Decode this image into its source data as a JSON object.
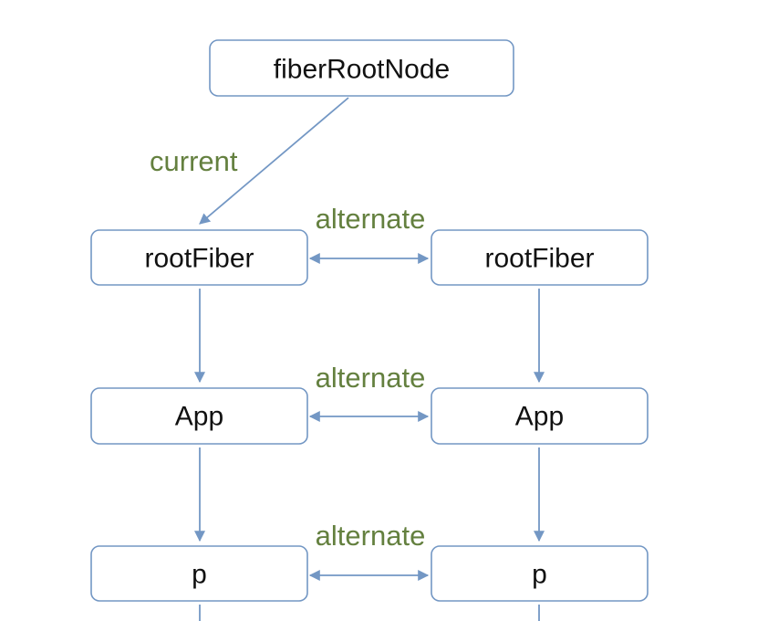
{
  "diagram": {
    "root": {
      "label": "fiberRootNode"
    },
    "edge_labels": {
      "current": "current",
      "alternate_1": "alternate",
      "alternate_2": "alternate",
      "alternate_3": "alternate"
    },
    "left_column": {
      "rootFiber": "rootFiber",
      "app": "App",
      "p": "p"
    },
    "right_column": {
      "rootFiber": "rootFiber",
      "app": "App",
      "p": "p"
    },
    "colors": {
      "node_border": "#7397c4",
      "edge": "#7397c4",
      "edge_label": "#64803f",
      "node_text": "#111111",
      "background": "#ffffff"
    }
  }
}
